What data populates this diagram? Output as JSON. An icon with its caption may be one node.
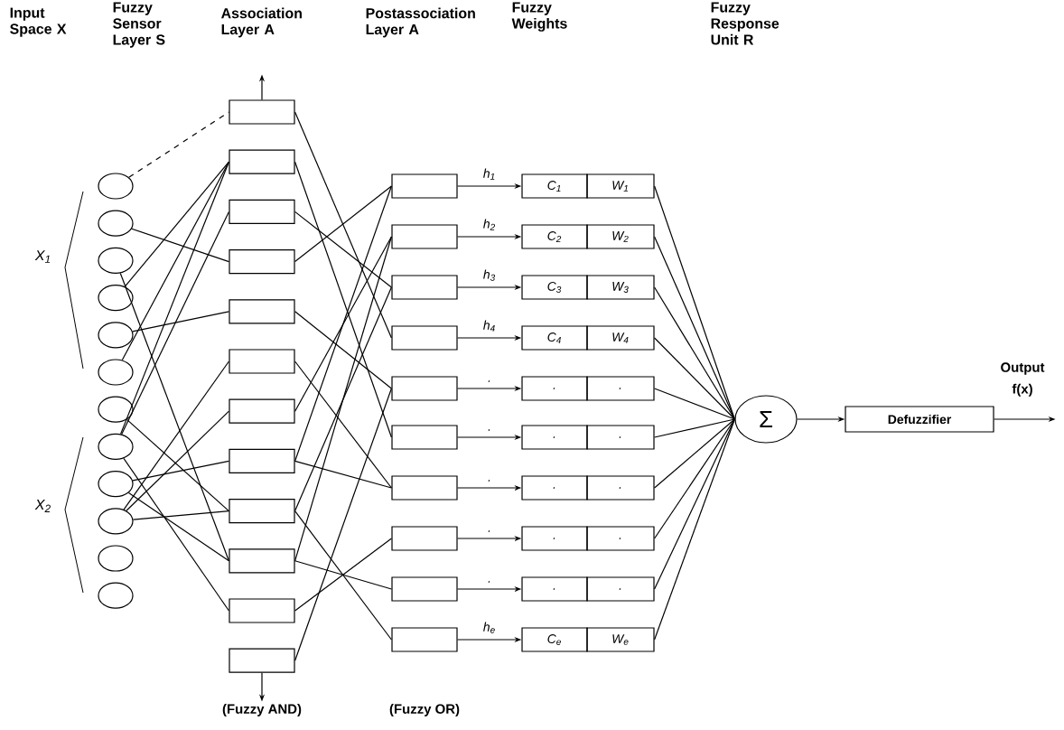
{
  "diagram": {
    "nodes": [
      {
        "text": [],
        "shape": "circle"
      },
      {
        "text": [],
        "shape": "circle"
      },
      {
        "text": [],
        "shape": "circle"
      },
      {
        "text": [],
        "shape": "circle"
      },
      {
        "text": [],
        "shape": "circle"
      },
      {
        "text": [],
        "shape": "circle"
      },
      {
        "text": [],
        "shape": "circle"
      },
      {
        "text": [],
        "shape": "circle"
      },
      {
        "text": [],
        "shape": "circle"
      },
      {
        "text": [],
        "shape": "circle"
      },
      {
        "text": [],
        "shape": "circle"
      },
      {
        "text": [],
        "shape": "circle"
      },
      {
        "text": [],
        "shape": "box"
      },
      {
        "text": [],
        "shape": "box"
      },
      {
        "text": [],
        "shape": "box"
      },
      {
        "text": [],
        "shape": "box"
      },
      {
        "text": [],
        "shape": "box"
      },
      {
        "text": [],
        "shape": "box"
      },
      {
        "text": [],
        "shape": "box"
      },
      {
        "text": [],
        "shape": "box"
      },
      {
        "text": [],
        "shape": "box"
      },
      {
        "text": [],
        "shape": "box"
      },
      {
        "text": [],
        "shape": "box"
      },
      {
        "text": [],
        "shape": "box"
      },
      {
        "text": [],
        "shape": "box"
      },
      {
        "text": [],
        "shape": "box"
      },
      {
        "text": [],
        "shape": "box"
      },
      {
        "text": [],
        "shape": "box"
      },
      {
        "text": [],
        "shape": "box"
      },
      {
        "text": [],
        "shape": "box"
      },
      {
        "text": [],
        "shape": "box"
      },
      {
        "text": [],
        "shape": "box"
      },
      {
        "text": [],
        "shape": "box"
      },
      {
        "text": [],
        "shape": "box"
      },
      {
        "text": [
          "C$_{1}$"
        ]
      },
      {
        "text": [
          "W$_{1}$"
        ]
      },
      {
        "text": [
          "C$_{2}$"
        ]
      },
      {
        "text": [
          "W$_{2}$"
        ]
      },
      {
        "text": [
          "C$_{3}$"
        ]
      },
      {
        "text": [
          "W$_{3}$"
        ]
      },
      {
        "text": [
          "C$_{4}$"
        ]
      },
      {
        "text": [
          "W$_{4}$"
        ]
      },
      {
        "text": [
          "."
        ]
      },
      {
        "text": [
          "."
        ]
      },
      {
        "text": [
          "."
        ]
      },
      {
        "text": [
          "."
        ]
      },
      {
        "text": [
          "."
        ]
      },
      {
        "text": [
          "."
        ]
      },
      {
        "text": [
          "."
        ]
      },
      {
        "text": [
          "."
        ]
      },
      {
        "text": [
          "."
        ]
      },
      {
        "text": [
          "."
        ]
      },
      {
        "text": [
          "C$_{e}$"
        ]
      },
      {
        "text": [
          "W$_{e}$"
        ]
      },
      {
        "text": [
          "Σ"
        ]
      },
      {
        "text": [
          "Defuzzifier"
        ]
      },
      {
        "text": [
          "(Fuzzy AND)"
        ]
      },
      {
        "text": [
          "Output f(x)"
        ]
      }
    ],
    "edges": [
      {
        "from": 0,
        "to": 12,
        "arrow": "none",
        "style": "dashed"
      },
      {
        "from": 1,
        "to": 15,
        "arrow": "none"
      },
      {
        "from": 2,
        "to": 21,
        "arrow": "none"
      },
      {
        "from": 3,
        "to": 13,
        "arrow": "none"
      },
      {
        "from": 4,
        "to": 16,
        "arrow": "none"
      },
      {
        "from": 5,
        "to": 13,
        "arrow": "none"
      },
      {
        "from": 6,
        "to": 20,
        "arrow": "none"
      },
      {
        "from": 7,
        "to": 13,
        "arrow": "none"
      },
      {
        "from": 7,
        "to": 14,
        "arrow": "none"
      },
      {
        "from": 7,
        "to": 22,
        "arrow": "none"
      },
      {
        "from": 8,
        "to": 19,
        "arrow": "none"
      },
      {
        "from": 8,
        "to": 21,
        "arrow": "none"
      },
      {
        "from": 9,
        "to": 17,
        "arrow": "none"
      },
      {
        "from": 9,
        "to": 18,
        "arrow": "none"
      },
      {
        "from": 9,
        "to": 20,
        "arrow": "none"
      },
      {
        "from": 12,
        "to": 27,
        "arrow": "none"
      },
      {
        "from": 13,
        "to": 29,
        "arrow": "none"
      },
      {
        "from": 14,
        "to": 26,
        "arrow": "none"
      },
      {
        "from": 15,
        "to": 24,
        "arrow": "none"
      },
      {
        "from": 16,
        "to": 28,
        "arrow": "none"
      },
      {
        "from": 17,
        "to": 30,
        "arrow": "none"
      },
      {
        "from": 18,
        "to": 25,
        "arrow": "none"
      },
      {
        "from": 19,
        "to": 24,
        "arrow": "none"
      },
      {
        "from": 19,
        "to": 30,
        "arrow": "none"
      },
      {
        "from": 20,
        "to": 33,
        "arrow": "none"
      },
      {
        "from": 20,
        "to": 26,
        "arrow": "none"
      },
      {
        "from": 21,
        "to": 32,
        "arrow": "none"
      },
      {
        "from": 21,
        "to": 25,
        "arrow": "none"
      },
      {
        "from": 22,
        "to": 31,
        "arrow": "none"
      },
      {
        "from": 23,
        "to": 28,
        "arrow": "none"
      },
      {
        "from": 12,
        "to": null,
        "arrow": "to"
      },
      {
        "from": 23,
        "to": 56,
        "arrow": "to"
      },
      {
        "from": 24,
        "to": 34,
        "arrow": "to",
        "label": "h$_{1}$"
      },
      {
        "from": 25,
        "to": 36,
        "arrow": "to",
        "label": "h$_{2}$"
      },
      {
        "from": 26,
        "to": 38,
        "arrow": "to",
        "label": "h$_{3}$"
      },
      {
        "from": 27,
        "to": 40,
        "arrow": "to",
        "label": "h$_{4}$"
      },
      {
        "from": 28,
        "to": 42,
        "arrow": "to",
        "label": "."
      },
      {
        "from": 29,
        "to": 44,
        "arrow": "to",
        "label": "."
      },
      {
        "from": 30,
        "to": 46,
        "arrow": "to",
        "label": "."
      },
      {
        "from": 31,
        "to": 48,
        "arrow": "to",
        "label": "."
      },
      {
        "from": 32,
        "to": 50,
        "arrow": "to",
        "label": "."
      },
      {
        "from": 33,
        "to": 52,
        "arrow": "to",
        "label": "h$_{e}$"
      },
      {
        "from": 35,
        "to": 54,
        "arrow": "none"
      },
      {
        "from": 37,
        "to": 54,
        "arrow": "none"
      },
      {
        "from": 39,
        "to": 54,
        "arrow": "none"
      },
      {
        "from": 41,
        "to": 54,
        "arrow": "none"
      },
      {
        "from": 43,
        "to": 54,
        "arrow": "none"
      },
      {
        "from": 45,
        "to": 54,
        "arrow": "none"
      },
      {
        "from": 47,
        "to": 54,
        "arrow": "none"
      },
      {
        "from": 49,
        "to": 54,
        "arrow": "none"
      },
      {
        "from": 51,
        "to": 54,
        "arrow": "none"
      },
      {
        "from": 53,
        "to": 54,
        "arrow": "none"
      },
      {
        "from": 54,
        "to": 55,
        "arrow": "to"
      },
      {
        "from": 55,
        "to": 57,
        "arrow": "to"
      }
    ],
    "labels": [
      "Input Space X",
      "Fuzzy Sensor Layer S",
      "Association Layer A",
      "Postassociation Layer A",
      "Fuzzy Weights",
      "Fuzzy Response Unit R",
      "X$_{1}$",
      "X$_{2}$",
      "(Fuzzy OR)"
    ]
  }
}
